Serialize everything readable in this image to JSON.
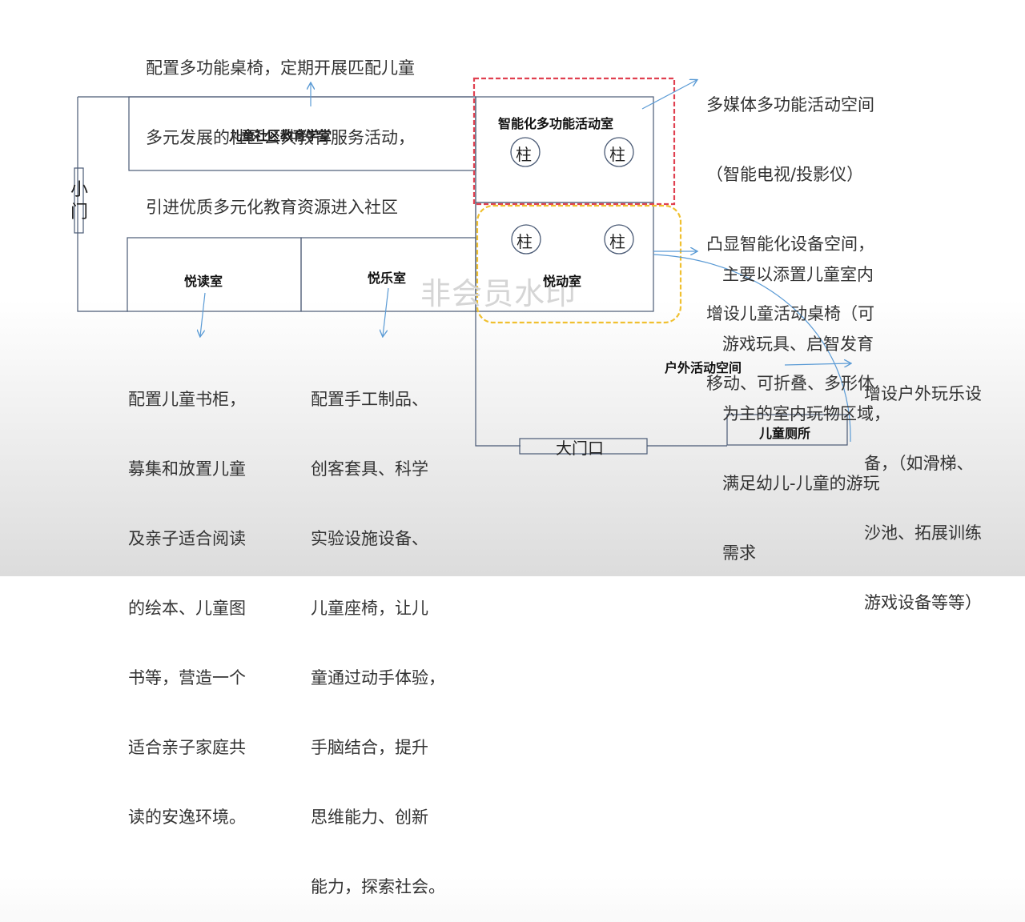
{
  "rooms": {
    "education_hall": "儿童社区教育学堂",
    "multimedia_room": "智能化多功能活动室",
    "reading_room": "悦读室",
    "music_room": "悦乐室",
    "activity_room": "悦动室",
    "outdoor_space": "户外活动空间",
    "toilet": "儿童厕所",
    "main_gate": "大门口",
    "small_door": "小门"
  },
  "pillar": "柱",
  "watermark": "非会员水印",
  "annotations": {
    "top": [
      "配置多功能桌椅，定期开展匹配儿童",
      "多元发展的社区公共教育服务活动，",
      "引进优质多元化教育资源进入社区"
    ],
    "multimedia": [
      "多媒体多功能活动空间",
      "（智能电视/投影仪）",
      "凸显智能化设备空间，",
      "增设儿童活动桌椅（可",
      "移动、可折叠、多形体"
    ],
    "activity": [
      "主要以添置儿童室内",
      "游戏玩具、启智发育",
      "为主的室内玩物区域，",
      "满足幼儿-儿童的游玩",
      "需求"
    ],
    "outdoor": [
      "增设户外玩乐设",
      "备，（如滑梯、",
      "沙池、拓展训练",
      "游戏设备等等）"
    ],
    "reading": [
      "配置儿童书柜，",
      "募集和放置儿童",
      "及亲子适合阅读",
      "的绘本、儿童图",
      "书等，营造一个",
      "适合亲子家庭共",
      "读的安逸环境。"
    ],
    "music": [
      "配置手工制品、",
      "创客套具、科学",
      "实验设施设备、",
      "儿童座椅，让儿",
      "童通过动手体验，",
      "手脑结合，提升",
      "思维能力、创新",
      "能力，探索社会。"
    ]
  },
  "colors": {
    "wall": "#4a5a75",
    "arrow": "#5b9bd5",
    "red_dash": "#e04050",
    "yellow_dash": "#f0c030"
  }
}
